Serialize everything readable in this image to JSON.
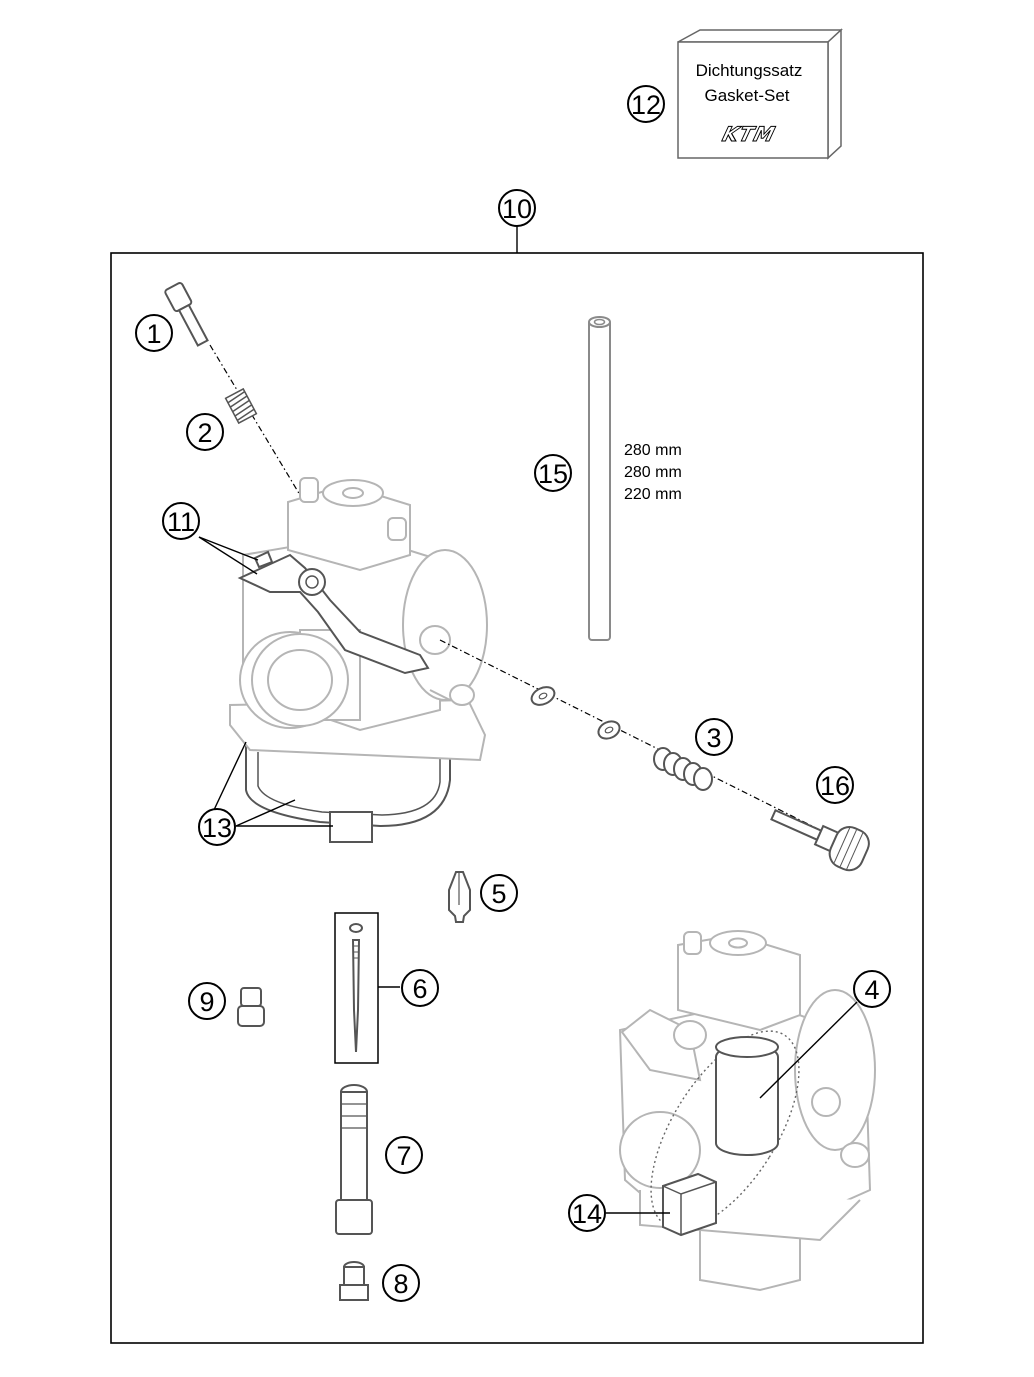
{
  "gasket_set": {
    "line1": "Dichtungssatz",
    "line2": "Gasket-Set",
    "logo": "KTM"
  },
  "hose_lengths": [
    "280 mm",
    "280 mm",
    "220 mm"
  ],
  "callouts": {
    "c1": "1",
    "c2": "2",
    "c3": "3",
    "c4": "4",
    "c5": "5",
    "c6": "6",
    "c7": "7",
    "c8": "8",
    "c9": "9",
    "c10": "10",
    "c11": "11",
    "c12": "12",
    "c13": "13",
    "c14": "14",
    "c15": "15",
    "c16": "16"
  },
  "icons": {
    "carburetor": "carburetor-body-icon",
    "screw": "screw-icon",
    "spring": "spring-icon"
  },
  "colors": {
    "line": "#000000",
    "part_outline": "#8a8a8a",
    "background": "#ffffff"
  }
}
